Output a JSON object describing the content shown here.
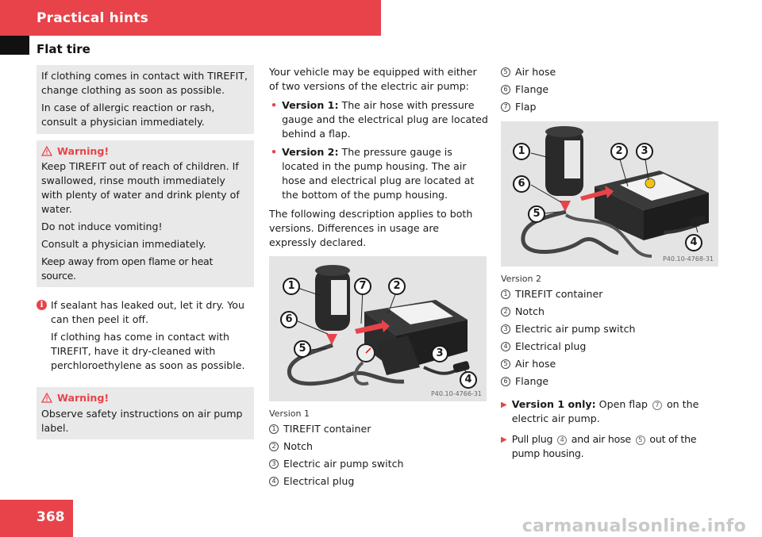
{
  "header": {
    "section": "Practical hints",
    "subsection": "Flat tire"
  },
  "left": {
    "box1": [
      "If clothing comes in contact with TIREFIT, change clothing as soon as possible.",
      "In case of allergic reaction or rash, consult a physician immediately."
    ],
    "warning1": {
      "title": "Warning!",
      "lines": [
        "Keep TIREFIT out of reach of children. If swallowed, rinse mouth immediately with plenty of water and drink plenty of water.",
        "Do not induce vomiting!",
        "Consult a physician immediately.",
        "Keep away from open flame or heat source."
      ]
    },
    "info": [
      "If sealant has leaked out, let it dry. You can then peel it off.",
      "If clothing has come in contact with TIREFIT, have it dry-cleaned with perchloroethylene as soon as possible."
    ],
    "warning2": {
      "title": "Warning!",
      "lines": [
        "Observe safety instructions on air pump label."
      ]
    }
  },
  "middle": {
    "intro": "Your vehicle may be equipped with either of two versions of the electric air pump:",
    "bullets": [
      {
        "label": "Version 1:",
        "text": " The air hose with pressure gauge and the electrical plug are located behind a flap."
      },
      {
        "label": "Version 2:",
        "text": " The pressure gauge is located in the pump housing. The air hose and electrical plug are located at the bottom of the pump housing."
      }
    ],
    "following": "The following description applies to both versions. Differences in usage are expressly declared.",
    "figure": {
      "code": "P40.10-4766-31",
      "callouts": [
        "1",
        "7",
        "2",
        "6",
        "5",
        "3",
        "4"
      ]
    },
    "caption": "Version 1",
    "legend": [
      {
        "num": "1",
        "label": "TIREFIT container"
      },
      {
        "num": "2",
        "label": "Notch"
      },
      {
        "num": "3",
        "label": "Electric air pump switch"
      },
      {
        "num": "4",
        "label": "Electrical plug"
      }
    ]
  },
  "right": {
    "legend_top": [
      {
        "num": "5",
        "label": "Air hose"
      },
      {
        "num": "6",
        "label": "Flange"
      },
      {
        "num": "7",
        "label": "Flap"
      }
    ],
    "figure": {
      "code": "P40.10-4768-31",
      "callouts": [
        "1",
        "2",
        "3",
        "6",
        "5",
        "4"
      ]
    },
    "caption": "Version 2",
    "legend": [
      {
        "num": "1",
        "label": "TIREFIT container"
      },
      {
        "num": "2",
        "label": "Notch"
      },
      {
        "num": "3",
        "label": "Electric air pump switch"
      },
      {
        "num": "4",
        "label": "Electrical plug"
      },
      {
        "num": "5",
        "label": "Air hose"
      },
      {
        "num": "6",
        "label": "Flange"
      }
    ],
    "step1": {
      "label": "Version 1 only:",
      "pre": " Open flap ",
      "num": "7",
      "post": " on the electric air pump."
    },
    "step2": {
      "pre": "Pull plug ",
      "num1": "4",
      "mid": " and air hose ",
      "num2": "5",
      "post": " out of the pump housing."
    }
  },
  "footer": {
    "page_number": "368",
    "watermark": "carmanualsonline.info"
  },
  "colors": {
    "accent": "#e8434a",
    "box_gray": "#e9e9e9"
  }
}
